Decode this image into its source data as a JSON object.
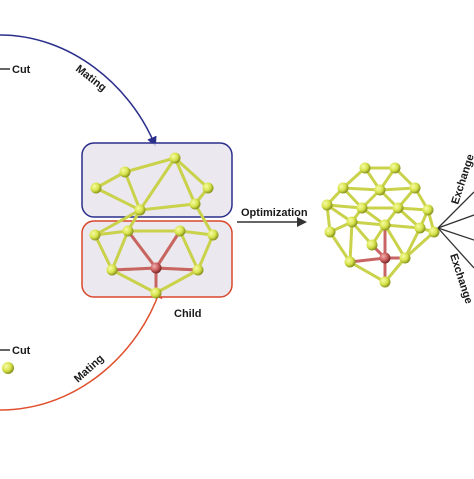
{
  "labels": {
    "cut_top": "Cut",
    "cut_bottom": "Cut",
    "mating_top": "Mating",
    "mating_bottom": "Mating",
    "child": "Child",
    "optimization": "Optimization",
    "exchange_top": "Exchange",
    "exchange_bottom": "Exchange"
  },
  "colors": {
    "atom": "#d7e34a",
    "bond": "#c9d24a",
    "center_atom": "#c95a5a",
    "upper_box": "#2b2f8c",
    "lower_box": "#d9472b",
    "mating_top_arrow": "#2b2f8c",
    "mating_bottom_arrow": "#e0502e",
    "optimization_arrow": "#333333"
  }
}
